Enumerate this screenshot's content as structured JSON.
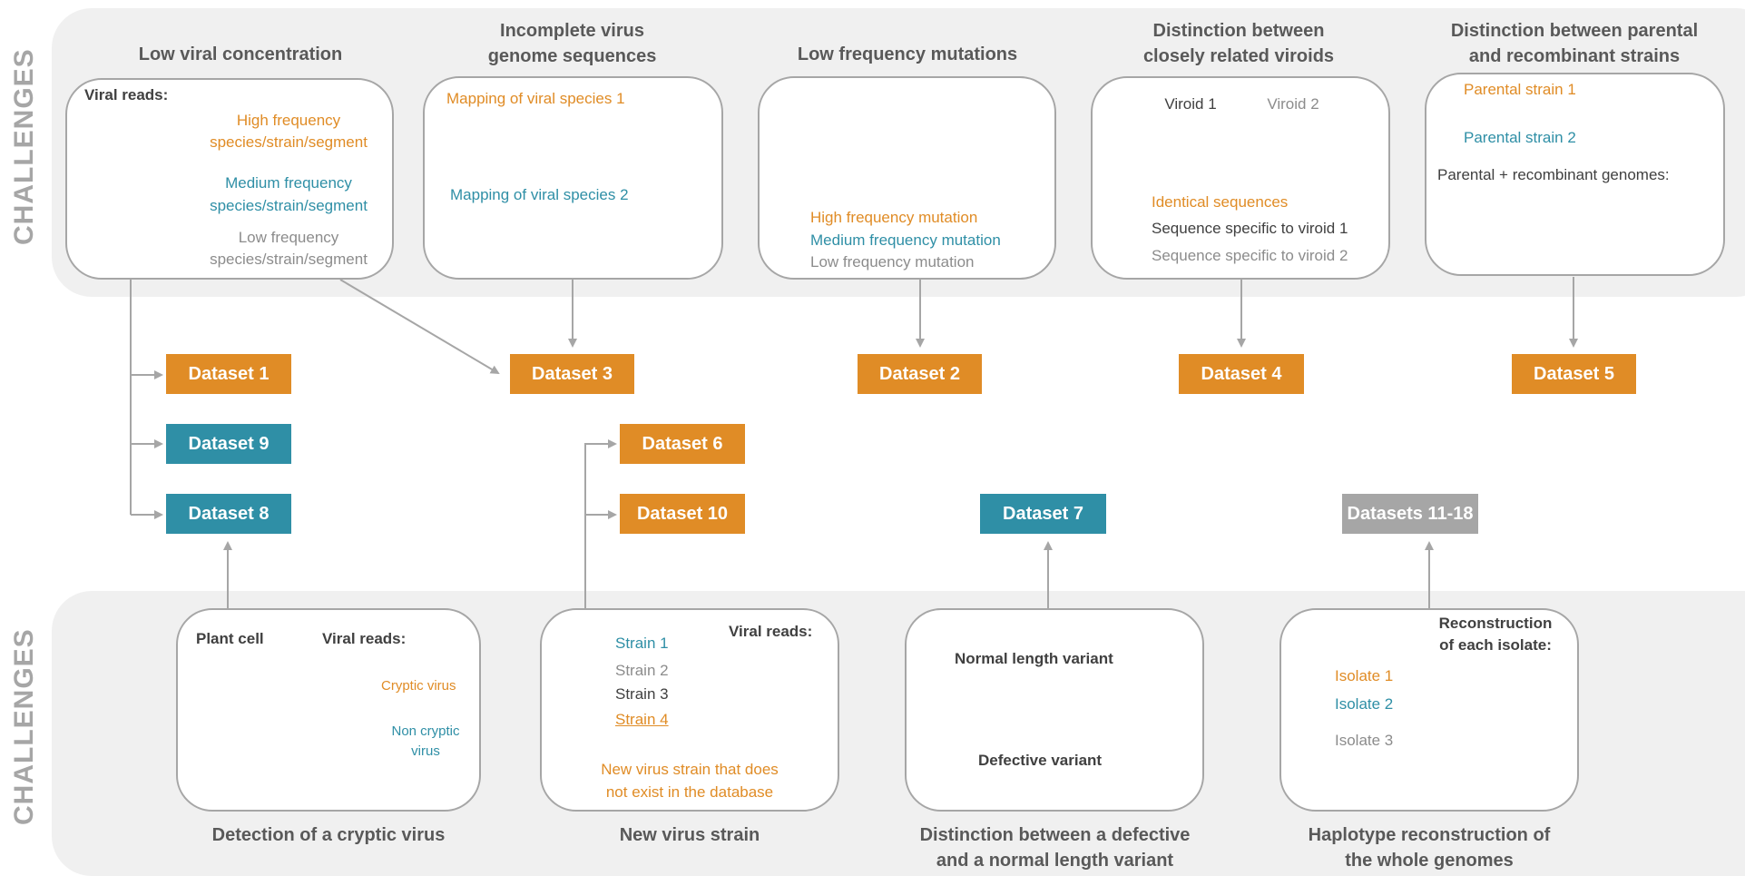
{
  "bands": {
    "top_label": "CHALLENGES",
    "bottom_label": "CHALLENGES"
  },
  "colors": {
    "orange": "#e08c26",
    "teal": "#2f8fa6",
    "grey": "#a6a6a6",
    "dark": "#595959",
    "band": "#f0f0f0"
  },
  "top": {
    "p1": {
      "title": "Low viral concentration",
      "reads": "Viral reads:",
      "high": "High frequency species/strain/segment",
      "high1": "High frequency",
      "high2": "species/strain/segment",
      "med1": "Medium frequency",
      "med2": "species/strain/segment",
      "low1": "Low frequency",
      "low2": "species/strain/segment"
    },
    "p2": {
      "title1": "Incomplete virus",
      "title2": "genome sequences",
      "map1": "Mapping of viral species 1",
      "map2": "Mapping of viral species 2"
    },
    "p3": {
      "title": "Low frequency mutations",
      "high": "High frequency mutation",
      "med": "Medium frequency mutation",
      "low": "Low frequency mutation"
    },
    "p4": {
      "title1": "Distinction between",
      "title2": "closely related viroids",
      "v1": "Viroid 1",
      "v2": "Viroid 2",
      "l1": "Identical sequences",
      "l2": "Sequence specific to viroid 1",
      "l3": "Sequence specific to viroid 2"
    },
    "p5": {
      "title1": "Distinction between parental",
      "title2": "and recombinant strains",
      "s1": "Parental strain 1",
      "s2": "Parental strain 2",
      "pr": "Parental + recombinant genomes:"
    }
  },
  "datasets": {
    "d1": "Dataset 1",
    "d2": "Dataset 2",
    "d3": "Dataset 3",
    "d4": "Dataset 4",
    "d5": "Dataset 5",
    "d6": "Dataset 6",
    "d7": "Dataset 7",
    "d8": "Dataset 8",
    "d9": "Dataset 9",
    "d10": "Dataset 10",
    "d11": "Datasets 11-18"
  },
  "bottom": {
    "p1": {
      "title": "Detection of a cryptic virus",
      "cell": "Plant cell",
      "reads": "Viral reads:",
      "cryptic": "Cryptic virus",
      "noncryptic1": "Non cryptic",
      "noncryptic2": "virus"
    },
    "p2": {
      "title": "New virus strain",
      "reads": "Viral reads:",
      "s1": "Strain 1",
      "s2": "Strain 2",
      "s3": "Strain 3",
      "s4": "Strain 4",
      "note1": "New virus strain that does",
      "note2": "not exist in the database"
    },
    "p3": {
      "title1": "Distinction between a defective",
      "title2": "and a normal length variant",
      "normal": "Normal length variant",
      "defective": "Defective variant"
    },
    "p4": {
      "title1": "Haplotype reconstruction of",
      "title2": "the whole genomes",
      "rec1": "Reconstruction",
      "rec2": "of each isolate:",
      "i1": "Isolate 1",
      "i2": "Isolate 2",
      "i3": "Isolate 3"
    }
  }
}
